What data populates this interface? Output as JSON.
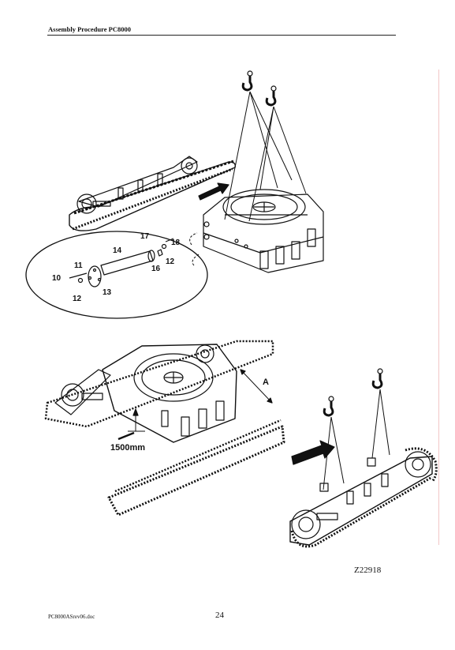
{
  "header": {
    "title": "Assembly Procedure PC8000"
  },
  "figure": {
    "callouts": [
      "10",
      "11",
      "12",
      "13",
      "14",
      "16",
      "17",
      "18",
      "12"
    ],
    "dimension_label": "1500mm",
    "gap_label": "A",
    "figure_id": "Z22918"
  },
  "footer": {
    "file_name": "PC8000ASrev06.doc",
    "page_number": "24"
  }
}
